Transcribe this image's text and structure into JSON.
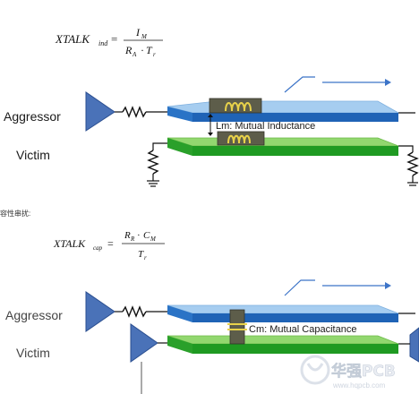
{
  "formula_inductive": {
    "lhs": "XTALK",
    "lhs_sub": "ind",
    "numer": "I",
    "numer_sub": "M",
    "denom_a": "R",
    "denom_a_sub": "A",
    "denom_dot": "·",
    "denom_b": "T",
    "denom_b_sub": "r",
    "eq": "="
  },
  "section_top": {
    "aggressor": "Aggressor",
    "victim": "Victim",
    "coupling_label": "Lm: Mutual Inductance"
  },
  "section2_caption": "容性串扰:",
  "formula_capacitive": {
    "lhs": "XTALK",
    "lhs_sub": "cap",
    "numer_a": "R",
    "numer_a_sub": "R",
    "numer_dot": "·",
    "numer_b": "C",
    "numer_b_sub": "M",
    "denom": "T",
    "denom_sub": "r",
    "eq": "="
  },
  "section_bottom": {
    "aggressor": "Aggressor",
    "victim": "Victim",
    "coupling_label": "Cm: Mutual Capacitance"
  },
  "watermark": {
    "brand": "华强PCB",
    "url": "www.hqpcb.com"
  },
  "colors": {
    "aggressor_trace": "#9cc7ee",
    "aggressor_trace_edge": "#1f5fb0",
    "victim_trace": "#8fd46e",
    "victim_trace_edge": "#23951e",
    "driver": "#4a72b8",
    "component": "#5d5d4a",
    "coil": "#e8d24a"
  }
}
